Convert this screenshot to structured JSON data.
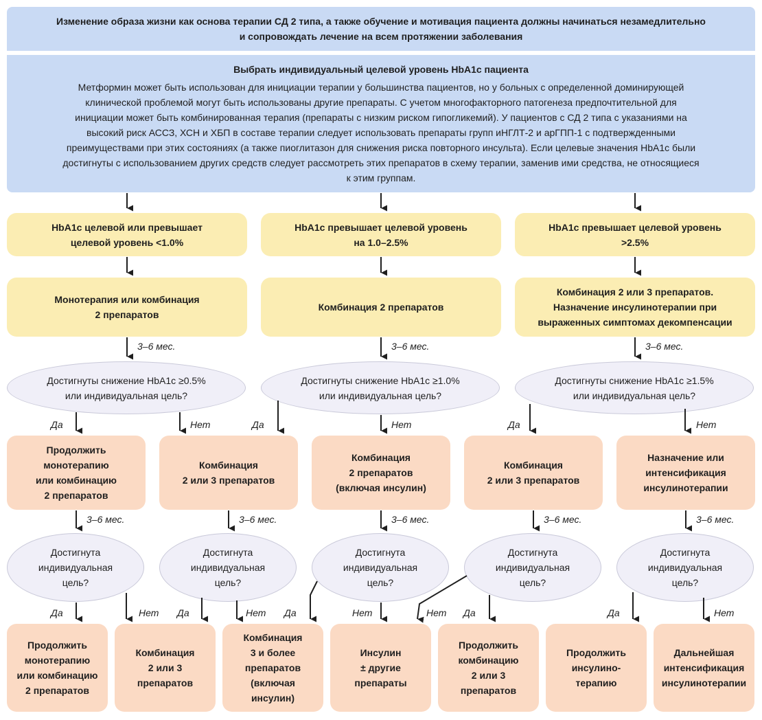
{
  "header": {
    "line1": "Изменение образа жизни как основа терапии СД 2 типа, а также обучение и мотивация пациента должны начинаться незамедлительно",
    "line2": "и сопровождать лечение на всем протяжении заболевания"
  },
  "target": {
    "title": "Выбрать индивидуальный целевой уровень HbA1c пациента",
    "lines": [
      "Метформин может быть использован для инициации терапии у большинства пациентов, но у больных с определенной доминирующей",
      "клинической проблемой могут быть использованы другие препараты. С учетом многофакторного патогенеза предпочтительной для",
      "инициации может быть комбинированная терапия (препараты с низким риском гипогликемий). У пациентов с СД 2 типа с указаниями на",
      "высокий риск АССЗ, ХСН и ХБП в составе терапии следует использовать препараты групп иНГЛТ-2 и арГПП-1 с подтвержденными",
      "преимуществами при этих состояниях (а также пиоглитазон для снижения риска повторного инсульта). Если целевые значения HbA1c были",
      "достигнуты с использованием других средств следует рассмотреть этих препаратов в схему терапии, заменив ими средства, не относящиеся",
      "к этим группам."
    ]
  },
  "columns": [
    {
      "level": [
        "HbA1c целевой или превышает",
        "целевой уровень <1.0%"
      ],
      "therapy": [
        "Монотерапия или комбинация",
        "2 препаратов"
      ],
      "question": [
        "Достигнуты снижение HbA1c ≥0.5%",
        "или индивидуальная цель?"
      ]
    },
    {
      "level": [
        "HbA1c превышает целевой уровень",
        "на 1.0–2.5%"
      ],
      "therapy": [
        "Комбинация 2 препаратов"
      ],
      "question": [
        "Достигнуты снижение HbA1c ≥1.0%",
        "или индивидуальная цель?"
      ]
    },
    {
      "level": [
        "HbA1c превышает целевой уровень",
        ">2.5%"
      ],
      "therapy": [
        "Комбинация 2 или 3 препаратов.",
        "Назначение инсулинотерапии при",
        "выраженных симптомах декомпенсации"
      ],
      "question": [
        "Достигнуты снижение HbA1c ≥1.5%",
        "или индивидуальная цель?"
      ]
    }
  ],
  "steps": [
    [
      "Продолжить",
      "монотерапию",
      "или комбинацию",
      "2 препаратов"
    ],
    [
      "Комбинация",
      "2 или 3 препаратов"
    ],
    [
      "Комбинация",
      "2 препаратов",
      "(включая инсулин)"
    ],
    [
      "Комбинация",
      "2 или 3 препаратов"
    ],
    [
      "Назначение или",
      "интенсификация",
      "инсулинотерапии"
    ]
  ],
  "checks": [
    [
      "Достигнута",
      "индивидуальная",
      "цель?"
    ],
    [
      "Достигнута",
      "индивидуальная",
      "цель?"
    ],
    [
      "Достигнута",
      "индивидуальная",
      "цель?"
    ],
    [
      "Достигнута",
      "индивидуальная",
      "цель?"
    ],
    [
      "Достигнута",
      "индивидуальная",
      "цель?"
    ]
  ],
  "outcomes": [
    [
      "Продолжить",
      "монотерапию",
      "или комбинацию",
      "2 препаратов"
    ],
    [
      "Комбинация",
      "2 или 3",
      "препаратов"
    ],
    [
      "Комбинация",
      "3 и более",
      "препаратов",
      "(включая",
      "инсулин)"
    ],
    [
      "Инсулин",
      "± другие",
      "препараты"
    ],
    [
      "Продолжить",
      "комбинацию",
      "2 или 3",
      "препаратов"
    ],
    [
      "Продолжить",
      "инсулино-",
      "терапию"
    ],
    [
      "Дальнейшая",
      "интенсификация",
      "инсулинотерапии"
    ]
  ],
  "labels": {
    "yes": "Да",
    "no": "Нет",
    "interval": "3–6 мес."
  },
  "colors": {
    "header_bg": "#c9daf4",
    "level_bg": "#fbedb3",
    "step_bg": "#fbdac4",
    "question_bg": "#f0eff8",
    "arrow": "#1f1f1f"
  }
}
